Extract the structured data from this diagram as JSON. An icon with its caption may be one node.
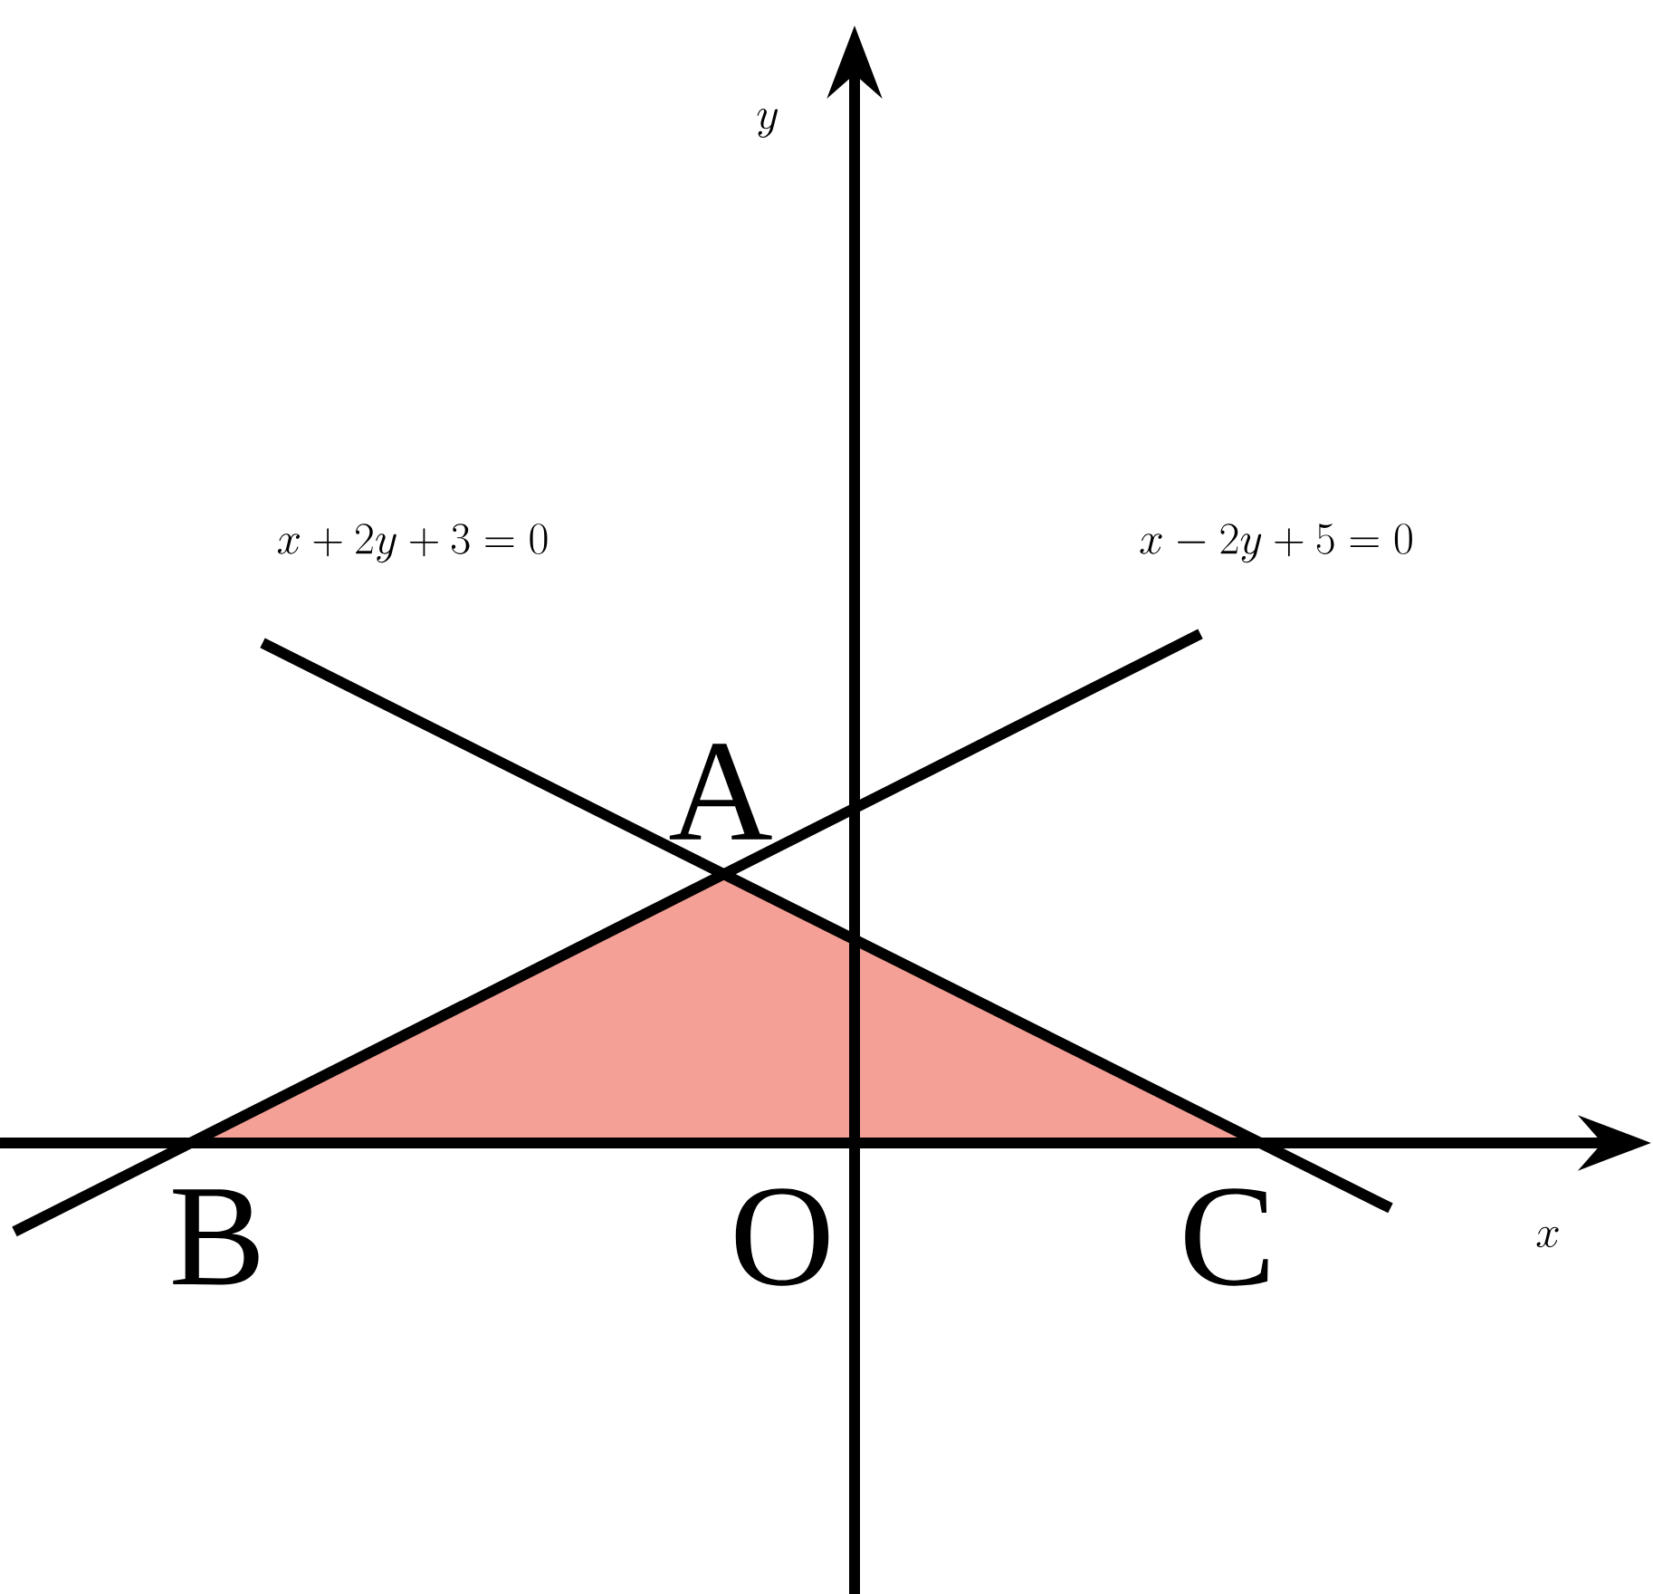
{
  "diagram": {
    "labels": [
      "x+2y+3=0",
      "x-2y+5=0",
      "A",
      "B",
      "O",
      "C",
      "x",
      "y"
    ]
  }
}
